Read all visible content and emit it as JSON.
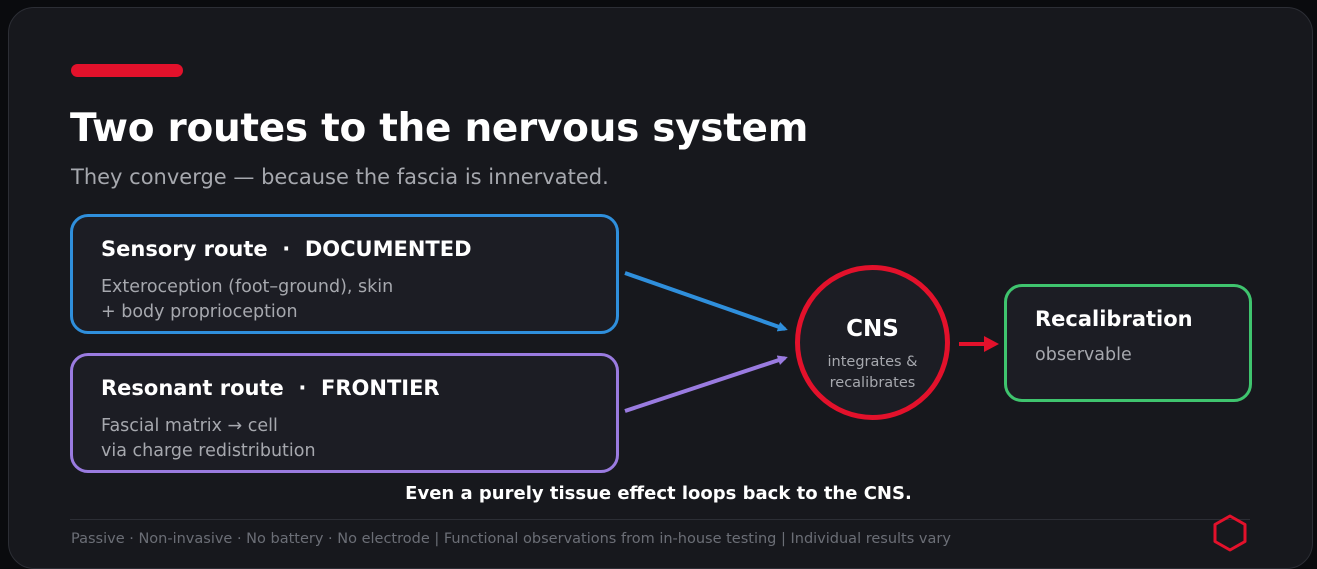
{
  "header": {
    "title": "Two routes to the nervous system",
    "subtitle": "They converge — because the fascia is innervated."
  },
  "routes": [
    {
      "title": "Sensory route  ·  DOCUMENTED",
      "lines": [
        "Exteroception (foot–ground), skin",
        "+ body proprioception"
      ],
      "color": "#2f8fdc"
    },
    {
      "title": "Resonant route  ·  FRONTIER",
      "lines": [
        "Fascial matrix → cell",
        "via charge redistribution"
      ],
      "color": "#9a7be0"
    }
  ],
  "cns": {
    "title": "CNS",
    "lines": [
      "integrates &",
      "recalibrates"
    ],
    "color": "#e3112b"
  },
  "recalibration": {
    "title": "Recalibration",
    "subtitle": "observable",
    "color": "#3fc46e"
  },
  "caption": "Even a purely tissue effect loops back to the CNS.",
  "footer": "Passive · Non-invasive · No battery · No electrode | Functional observations from in-house testing | Individual results vary",
  "colors": {
    "background": "#17181d",
    "accent": "#e3112b"
  },
  "icons": {
    "logo": "hexagon-logo-icon"
  }
}
